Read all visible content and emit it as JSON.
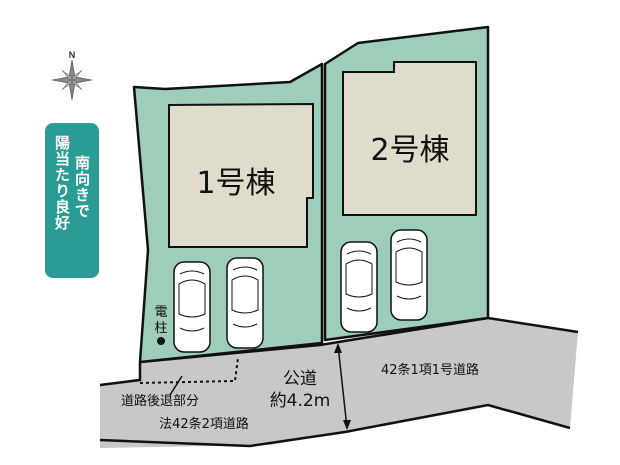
{
  "compass": {
    "north_label": "N",
    "icon": "compass-rose-icon"
  },
  "badge": {
    "lines": [
      "南向きで",
      "陽当たり良好"
    ],
    "color": "#2a9c95"
  },
  "lots": [
    {
      "label": "1号棟",
      "color": "#9ecdb9",
      "building_color": "#e0dccc",
      "parking_spaces": 2
    },
    {
      "label": "2号棟",
      "color": "#9ecdb9",
      "building_color": "#e0dccc",
      "parking_spaces": 2
    }
  ],
  "utility_pole": {
    "label_line1": "電",
    "label_line2": "柱"
  },
  "roads": {
    "public_road_label_line1": "公道",
    "public_road_label_line2": "約4.2m",
    "road_right_label": "42条1項1号道路",
    "setback_label": "道路後退部分",
    "article_label": "法42条2項道路",
    "color": "#c8c8c8"
  },
  "colors": {
    "lot_fill": "#9ecdb9",
    "building_fill": "#e0dccc",
    "road_fill": "#c8c8c8",
    "outline": "#111111"
  }
}
